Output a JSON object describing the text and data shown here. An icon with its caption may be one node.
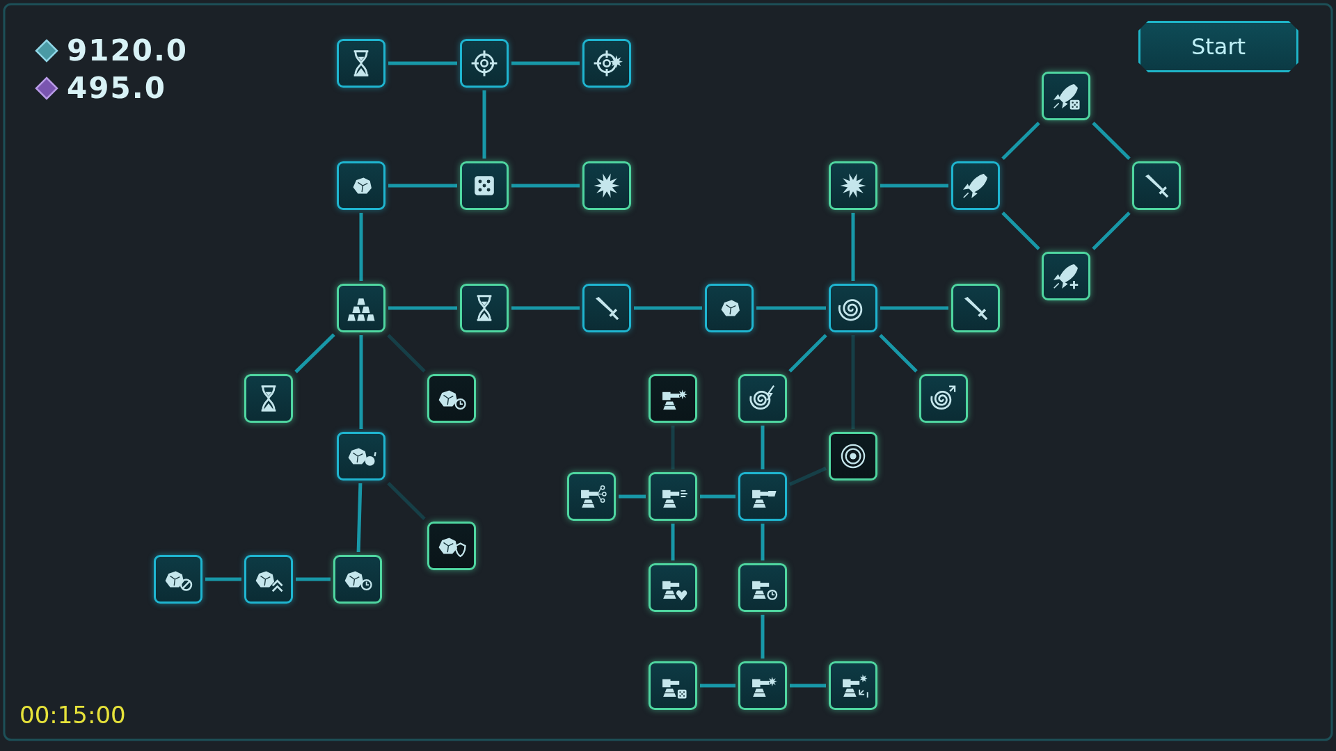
{
  "diagram": {
    "nodes": [
      {
        "text": [],
        "shape": "box"
      },
      {
        "text": [],
        "shape": "box"
      },
      {
        "text": [],
        "shape": "box"
      },
      {
        "text": [],
        "shape": "box"
      },
      {
        "text": [],
        "shape": "box"
      },
      {
        "text": [],
        "shape": "box"
      },
      {
        "text": [],
        "shape": "box"
      },
      {
        "text": [],
        "shape": "box"
      },
      {
        "text": [],
        "shape": "box"
      },
      {
        "text": [],
        "shape": "box"
      },
      {
        "text": [],
        "shape": "box"
      },
      {
        "text": [],
        "shape": "box"
      },
      {
        "text": [],
        "shape": "box"
      },
      {
        "text": [],
        "shape": "box"
      },
      {
        "text": [],
        "shape": "box"
      },
      {
        "text": [],
        "shape": "box"
      },
      {
        "text": [],
        "shape": "box"
      },
      {
        "text": [],
        "shape": "box"
      },
      {
        "text": [],
        "shape": "box"
      },
      {
        "text": [],
        "shape": "box"
      },
      {
        "text": [],
        "shape": "box"
      },
      {
        "text": [],
        "shape": "box"
      },
      {
        "text": [],
        "shape": "box"
      },
      {
        "text": [],
        "shape": "box"
      },
      {
        "text": [],
        "shape": "box"
      },
      {
        "text": [],
        "shape": "box"
      },
      {
        "text": [],
        "shape": "box"
      },
      {
        "text": [],
        "shape": "box"
      },
      {
        "text": [],
        "shape": "box"
      },
      {
        "text": [],
        "shape": "box"
      },
      {
        "text": [],
        "shape": "box"
      },
      {
        "text": [],
        "shape": "box"
      },
      {
        "text": [],
        "shape": "box"
      },
      {
        "text": [],
        "shape": "box"
      },
      {
        "text": [],
        "shape": "box"
      },
      {
        "text": [],
        "shape": "box"
      }
    ],
    "edges": [
      {
        "from": 0,
        "to": 1,
        "arrow": "none"
      },
      {
        "from": 1,
        "to": 2,
        "arrow": "none"
      },
      {
        "from": 1,
        "to": 5,
        "arrow": "none"
      },
      {
        "from": 4,
        "to": 5,
        "arrow": "none"
      },
      {
        "from": 5,
        "to": 6,
        "arrow": "none"
      },
      {
        "from": 4,
        "to": 11,
        "arrow": "none"
      },
      {
        "from": 7,
        "to": 8,
        "arrow": "none"
      },
      {
        "from": 7,
        "to": 15,
        "arrow": "none"
      },
      {
        "from": 8,
        "to": 3,
        "arrow": "none"
      },
      {
        "from": 8,
        "to": 10,
        "arrow": "none"
      },
      {
        "from": 3,
        "to": 9,
        "arrow": "none"
      },
      {
        "from": 10,
        "to": 9,
        "arrow": "none"
      },
      {
        "from": 11,
        "to": 12,
        "arrow": "none"
      },
      {
        "from": 12,
        "to": 13,
        "arrow": "none"
      },
      {
        "from": 13,
        "to": 14,
        "arrow": "none"
      },
      {
        "from": 14,
        "to": 15,
        "arrow": "none"
      },
      {
        "from": 15,
        "to": 16,
        "arrow": "none"
      },
      {
        "from": 11,
        "to": 17,
        "arrow": "none"
      },
      {
        "from": 11,
        "to": 18,
        "arrow": "none",
        "color": "#163f47"
      },
      {
        "from": 11,
        "to": 22,
        "arrow": "none"
      },
      {
        "from": 15,
        "to": 20,
        "arrow": "none"
      },
      {
        "from": 15,
        "to": 21,
        "arrow": "none"
      },
      {
        "from": 15,
        "to": 23,
        "arrow": "none",
        "color": "#163f47"
      },
      {
        "from": 19,
        "to": 25,
        "arrow": "none",
        "color": "#163f47"
      },
      {
        "from": 20,
        "to": 26,
        "arrow": "none"
      },
      {
        "from": 24,
        "to": 25,
        "arrow": "none"
      },
      {
        "from": 25,
        "to": 26,
        "arrow": "none"
      },
      {
        "from": 26,
        "to": 23,
        "arrow": "none",
        "color": "#163f47"
      },
      {
        "from": 22,
        "to": 30,
        "arrow": "none"
      },
      {
        "from": 22,
        "to": 27,
        "arrow": "none",
        "color": "#163f47"
      },
      {
        "from": 28,
        "to": 29,
        "arrow": "none"
      },
      {
        "from": 29,
        "to": 30,
        "arrow": "none"
      },
      {
        "from": 25,
        "to": 31,
        "arrow": "none"
      },
      {
        "from": 26,
        "to": 32,
        "arrow": "none"
      },
      {
        "from": 32,
        "to": 34,
        "arrow": "none"
      },
      {
        "from": 33,
        "to": 34,
        "arrow": "none"
      },
      {
        "from": 34,
        "to": 35,
        "arrow": "none"
      }
    ],
    "labels": [
      "9120.0",
      "495.0",
      "Start",
      "00:15:00"
    ]
  }
}
